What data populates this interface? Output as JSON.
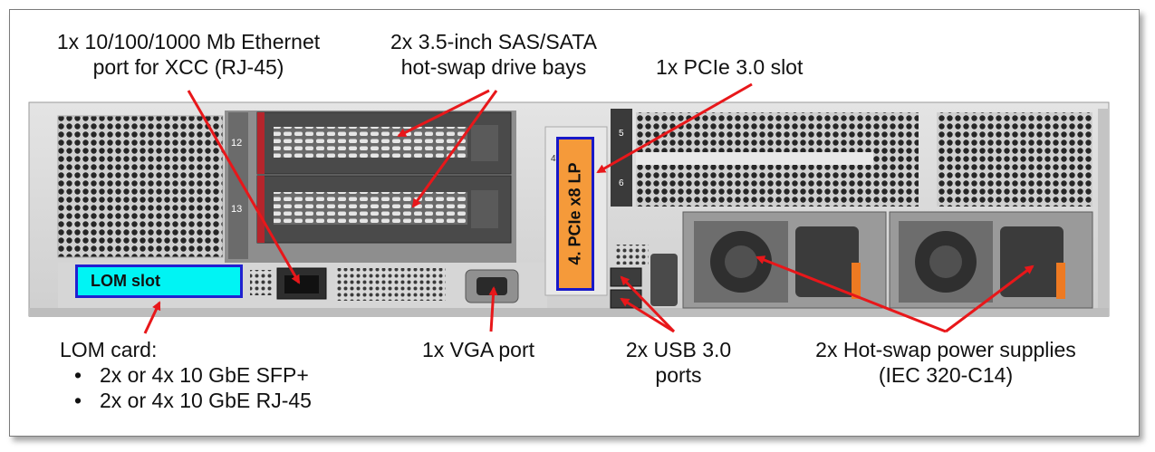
{
  "labels": {
    "ethernet_line1": "1x 10/100/1000 Mb Ethernet",
    "ethernet_line2": "port for XCC (RJ-45)",
    "drives_line1": "2x 3.5-inch SAS/SATA",
    "drives_line2": "hot-swap drive bays",
    "pcie_slot": "1x PCIe 3.0 slot",
    "lom_card_title": "LOM card:",
    "lom_card_items": [
      "2x or 4x 10 GbE SFP+",
      "2x or 4x 10 GbE RJ-45"
    ],
    "vga": "1x VGA port",
    "usb_line1": "2x USB 3.0",
    "usb_line2": "ports",
    "psu_line1": "2x Hot-swap power supplies",
    "psu_line2": "(IEC 320-C14)"
  },
  "overlays": {
    "lom_slot": "LOM slot",
    "pcie_card": "4. PCIe x8 LP"
  },
  "server_marks": {
    "bay_top": "12",
    "bay_bottom": "13",
    "slot_5": "5",
    "slot_6": "6",
    "slot_4": "4"
  },
  "colors": {
    "arrow": "#e8171a",
    "lom_fill": "#00f4f4",
    "box_border": "#1818c8",
    "pcie_fill": "#f59a3a",
    "chassis": "#d9d9d9",
    "drive_tray": "#4a4a4a",
    "drive_handle": "#b5252c"
  }
}
